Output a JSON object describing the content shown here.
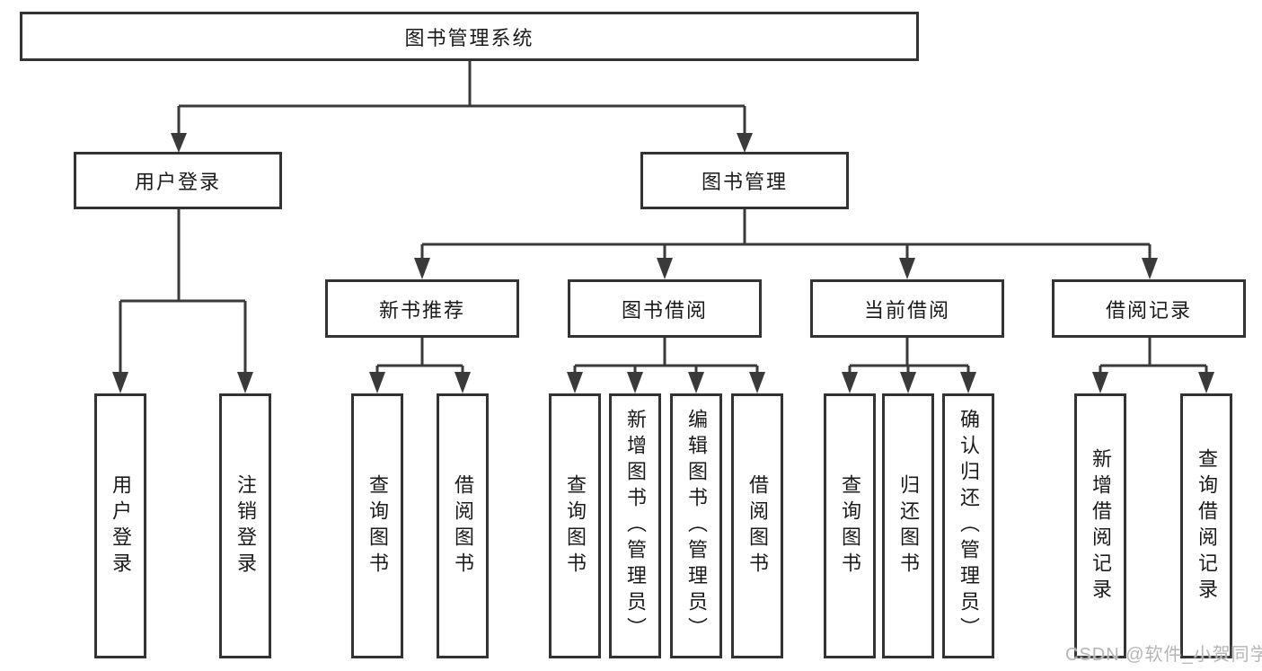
{
  "diagram_title": "图书管理系统",
  "nodes": {
    "root": "图书管理系统",
    "level2": [
      "用户登录",
      "图书管理"
    ],
    "login_children": [
      "用户登录",
      "注销登录"
    ],
    "level3": [
      "新书推荐",
      "图书借阅",
      "当前借阅",
      "借阅记录"
    ],
    "newbook_children": [
      "查询图书",
      "借阅图书"
    ],
    "borrow_children": [
      "查询图书",
      "新增图书（管理员）",
      "编辑图书（管理员）",
      "借阅图书"
    ],
    "current_children": [
      "查询图书",
      "归还图书",
      "确认归还（管理员）"
    ],
    "record_children": [
      "新增借阅记录",
      "查询借阅记录"
    ]
  },
  "watermark": "CSDN @软件_小贺同学",
  "colors": {
    "line": "#3a3a3a",
    "box_border": "#333333",
    "box_fill": "#ffffff",
    "text": "#1a1a1a",
    "watermark": "#b5b5b5"
  }
}
